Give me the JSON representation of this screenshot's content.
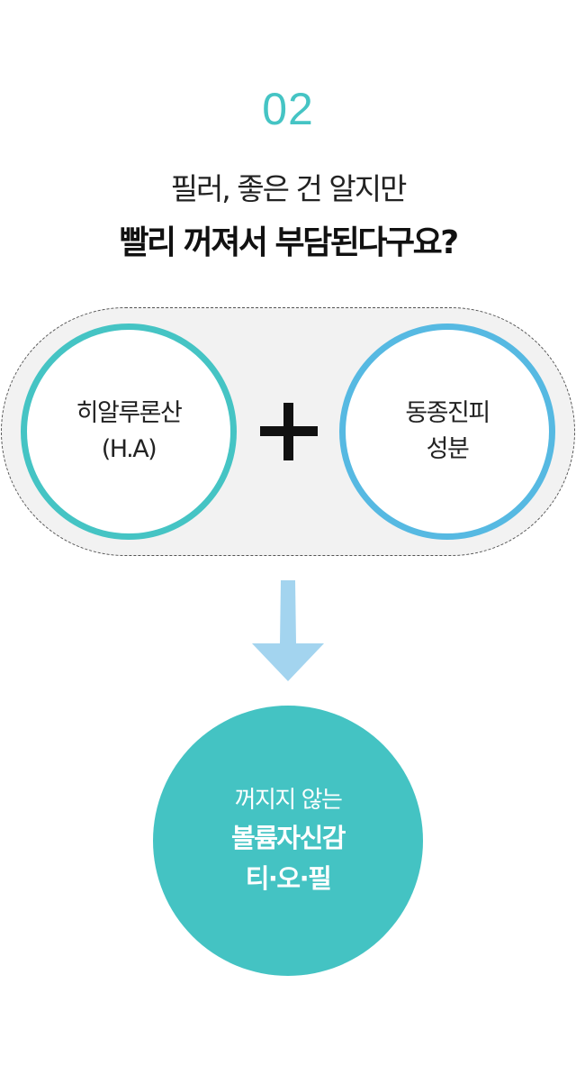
{
  "step": {
    "number": "02"
  },
  "headline": {
    "line1": "필러, 좋은 건 알지만",
    "line2": "빨리 꺼져서 부담된다구요?"
  },
  "ingredients": {
    "left": {
      "line1": "히알루론산",
      "line2": "(H.A)"
    },
    "right": {
      "line1": "동종진피",
      "line2": "성분"
    },
    "combine_icon": "plus-icon"
  },
  "arrow": {
    "icon": "arrow-down-icon"
  },
  "result": {
    "line1": "꺼지지 않는",
    "line2": "볼륨자신감",
    "line3": "티·오·필"
  },
  "colors": {
    "teal": "#45c4c4",
    "sky_blue": "#56b9e2",
    "arrow_blue": "#a3d4ef",
    "pill_background": "#f2f2f2"
  }
}
